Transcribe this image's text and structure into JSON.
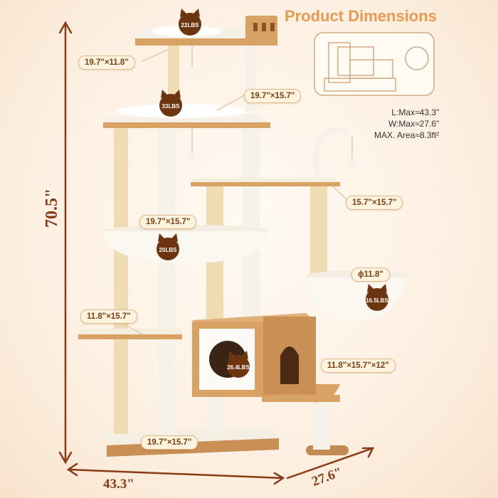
{
  "title": "Product Dimensions",
  "dimensions": {
    "height": "70.5\"",
    "length": "43.3\"",
    "width": "27.6\""
  },
  "area_info": {
    "length_max": "L:Max≈43.3\"",
    "width_max": "W:Max≈27.6\"",
    "max_area": "MAX. Area≈8.3ft²"
  },
  "platform_labels": {
    "top_perch": "19.7\"×11.8\"",
    "second_perch": "19.7\"×15.7\"",
    "mid_platform": "15.7\"×15.7\"",
    "hammock": "19.7\"×15.7\"",
    "basket": "ϕ11.8\"",
    "side_step": "11.8\"×15.7\"",
    "condo": "11.8\"×15.7\"×12\"",
    "base": "19.7\"×15.7\""
  },
  "weight_badges": {
    "top": "22LBS",
    "second": "33LBS",
    "hammock": "20LBS",
    "basket": "16.5LBS",
    "condo": "26.4LBS"
  },
  "colors": {
    "wood": "#d9a265",
    "wood_dark": "#b47b40",
    "sisal": "#efdcb3",
    "plush": "#f6f1e9",
    "accent_brown": "#7a3f12",
    "badge": "#6d3410",
    "title": "#e79a52"
  }
}
